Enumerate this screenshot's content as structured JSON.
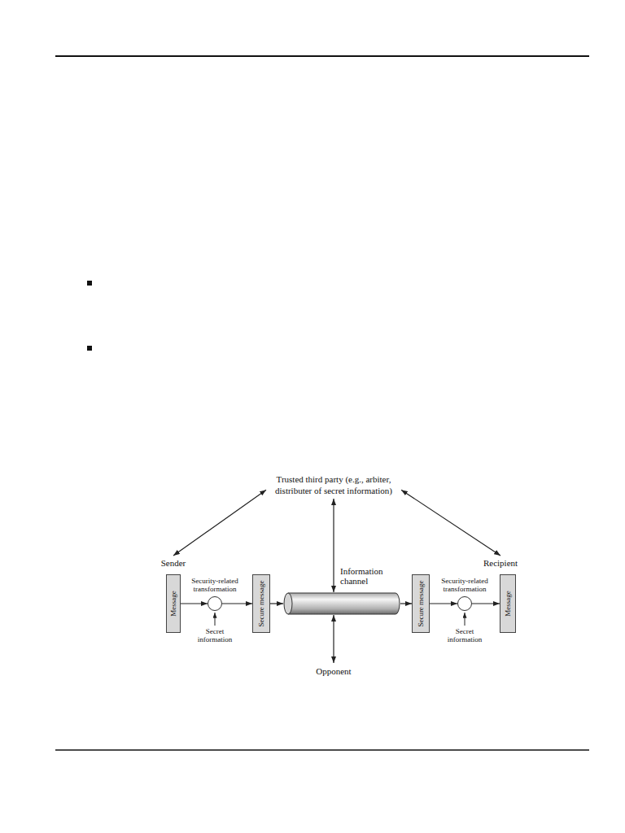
{
  "diagram": {
    "nodes": [
      {
        "text": [
          "Trusted third party (e.g., arbiter, distributer of secret information)"
        ]
      },
      {
        "text": [
          "Sender",
          "Message"
        ]
      },
      {
        "text": [
          "Security-related transformation",
          "Secret information"
        ]
      },
      {
        "text": [
          "Secure message"
        ]
      },
      {
        "text": [
          "Information channel"
        ]
      },
      {
        "text": [
          "Secure message"
        ]
      },
      {
        "text": [
          "Security-related transformation",
          "Secret information"
        ]
      },
      {
        "text": [
          "Recipient",
          "Message"
        ]
      },
      {
        "text": [
          "Opponent"
        ]
      }
    ],
    "edges": [
      {
        "from": 1,
        "to": 2,
        "arrow": "to"
      },
      {
        "from": 2,
        "to": 3,
        "arrow": "to"
      },
      {
        "from": 3,
        "to": 4,
        "arrow": "to"
      },
      {
        "from": 4,
        "to": 5,
        "arrow": "to"
      },
      {
        "from": 5,
        "to": 6,
        "arrow": "to"
      },
      {
        "from": 6,
        "to": 7,
        "arrow": "to"
      },
      {
        "from": 0,
        "to": 1,
        "arrow": "both"
      },
      {
        "from": 0,
        "to": 4,
        "arrow": "both"
      },
      {
        "from": 0,
        "to": 7,
        "arrow": "both"
      },
      {
        "from": 8,
        "to": 4,
        "arrow": "both"
      }
    ]
  }
}
